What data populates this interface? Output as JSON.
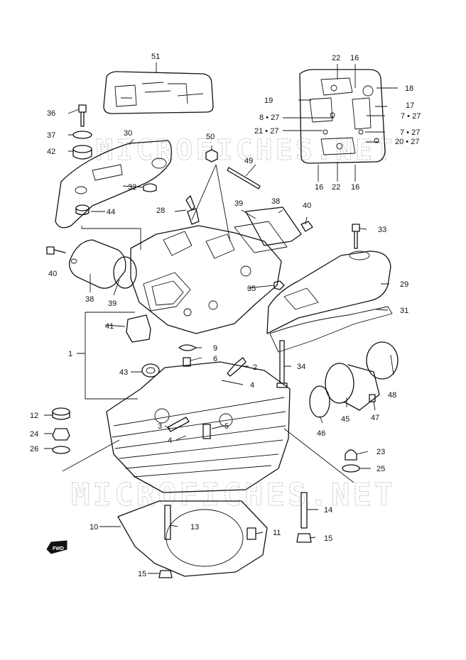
{
  "watermark": {
    "top_text": "MICROFICHES.NET",
    "bottom_text": "MICROFICHES.NET"
  },
  "fwd_badge": "FWD",
  "callouts": [
    {
      "id": "c51",
      "text": "51"
    },
    {
      "id": "c22a",
      "text": "22"
    },
    {
      "id": "c16a",
      "text": "16"
    },
    {
      "id": "c18",
      "text": "18"
    },
    {
      "id": "c19",
      "text": "19"
    },
    {
      "id": "c17",
      "text": "17"
    },
    {
      "id": "c8_27",
      "text": "8 • 27"
    },
    {
      "id": "c7_27a",
      "text": "7 • 27"
    },
    {
      "id": "c21_27",
      "text": "21 • 27"
    },
    {
      "id": "c7_27b",
      "text": "7 • 27"
    },
    {
      "id": "c20_27",
      "text": "20 • 27"
    },
    {
      "id": "c16b",
      "text": "16"
    },
    {
      "id": "c22b",
      "text": "22"
    },
    {
      "id": "c16c",
      "text": "16"
    },
    {
      "id": "c36",
      "text": "36"
    },
    {
      "id": "c37",
      "text": "37"
    },
    {
      "id": "c30",
      "text": "30"
    },
    {
      "id": "c42",
      "text": "42"
    },
    {
      "id": "c50",
      "text": "50"
    },
    {
      "id": "c49",
      "text": "49"
    },
    {
      "id": "c32",
      "text": "32"
    },
    {
      "id": "c44",
      "text": "44"
    },
    {
      "id": "c28",
      "text": "28"
    },
    {
      "id": "c39a",
      "text": "39"
    },
    {
      "id": "c38a",
      "text": "38"
    },
    {
      "id": "c40a",
      "text": "40"
    },
    {
      "id": "c33",
      "text": "33"
    },
    {
      "id": "c40b",
      "text": "40"
    },
    {
      "id": "c38b",
      "text": "38"
    },
    {
      "id": "c39b",
      "text": "39"
    },
    {
      "id": "c35",
      "text": "35"
    },
    {
      "id": "c29",
      "text": "29"
    },
    {
      "id": "c31",
      "text": "31"
    },
    {
      "id": "c41",
      "text": "41"
    },
    {
      "id": "c1",
      "text": "1"
    },
    {
      "id": "c9",
      "text": "9"
    },
    {
      "id": "c6",
      "text": "6"
    },
    {
      "id": "c2",
      "text": "2"
    },
    {
      "id": "c34",
      "text": "34"
    },
    {
      "id": "c43",
      "text": "43"
    },
    {
      "id": "c4a",
      "text": "4"
    },
    {
      "id": "c48",
      "text": "48"
    },
    {
      "id": "c12",
      "text": "12"
    },
    {
      "id": "c24",
      "text": "24"
    },
    {
      "id": "c26",
      "text": "26"
    },
    {
      "id": "c3",
      "text": "3"
    },
    {
      "id": "c5",
      "text": "5"
    },
    {
      "id": "c4b",
      "text": "4"
    },
    {
      "id": "c47",
      "text": "47"
    },
    {
      "id": "c45",
      "text": "45"
    },
    {
      "id": "c46",
      "text": "46"
    },
    {
      "id": "c23",
      "text": "23"
    },
    {
      "id": "c25",
      "text": "25"
    },
    {
      "id": "c14",
      "text": "14"
    },
    {
      "id": "c10",
      "text": "10"
    },
    {
      "id": "c13",
      "text": "13"
    },
    {
      "id": "c11",
      "text": "11"
    },
    {
      "id": "c15a",
      "text": "15"
    },
    {
      "id": "c15b",
      "text": "15"
    }
  ]
}
